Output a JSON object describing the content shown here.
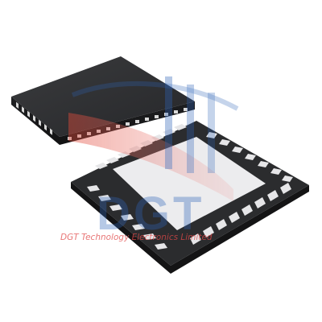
{
  "image": {
    "subject": "QFN chip packages",
    "background_color": "#ffffff"
  },
  "watermark": {
    "logo_letters": "DGT",
    "caption": "DGT Technology Electronics Limited",
    "colors": {
      "red": "#d9342b",
      "blue": "#2f63b8",
      "caption": "#e04848"
    }
  },
  "colors": {
    "package_body": "#2e2f31",
    "package_edge": "#1c1c1d",
    "pad_metal": "#e9e9ea"
  }
}
